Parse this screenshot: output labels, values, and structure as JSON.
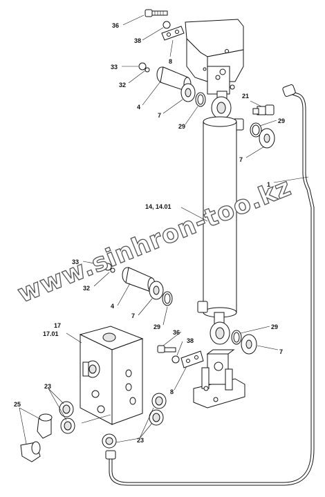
{
  "watermark": "www.sinhron-too.kz",
  "colors": {
    "line": "#111111",
    "fill": "#ffffff",
    "shade": "#e4e4e4",
    "watermark_outline": "#555555"
  },
  "callouts": {
    "c36_top": "36",
    "c38_top": "38",
    "c8_top": "8",
    "c33_top": "33",
    "c32_top": "32",
    "c4_top": "4",
    "c7_top": "7",
    "c29_top": "29",
    "c21": "21",
    "c29_right": "29",
    "c7_right": "7",
    "c1": "1",
    "c14": "14, 14.01",
    "c33_mid": "33",
    "c32_mid": "32",
    "c4_mid": "4",
    "c7_mid": "7",
    "c29_mid": "29",
    "c17": "17",
    "c1701": "17.01",
    "c36_low": "36",
    "c38_low": "38",
    "c29_low": "29",
    "c7_low": "7",
    "c8_low": "8",
    "c23_left": "23",
    "c25": "25",
    "c23_right": "23"
  }
}
